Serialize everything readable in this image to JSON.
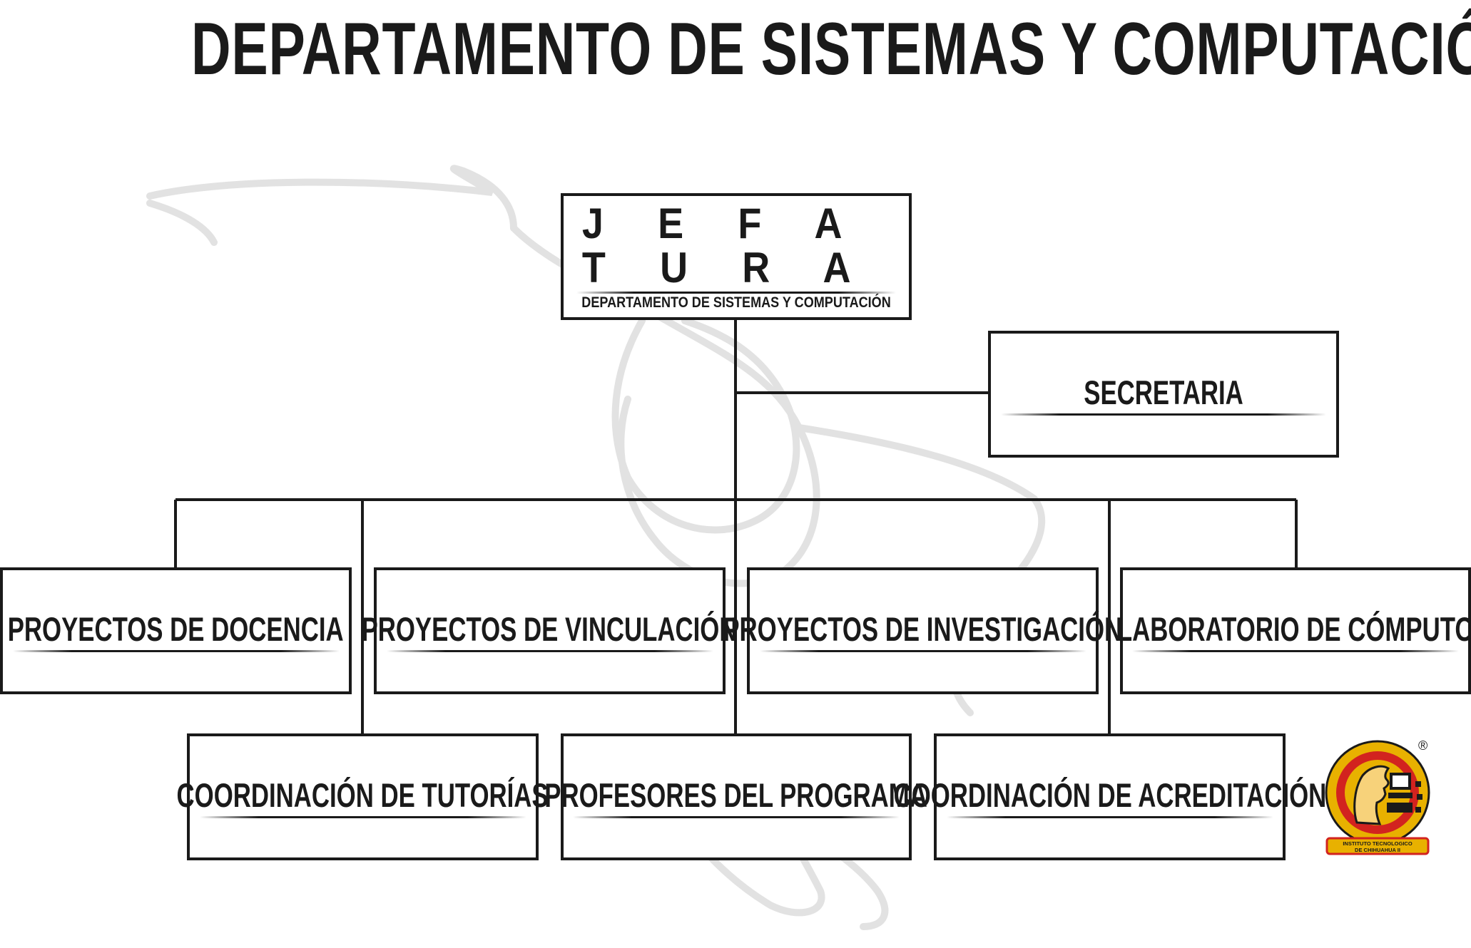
{
  "title": "DEPARTAMENTO DE SISTEMAS Y COMPUTACIÓN",
  "head": {
    "title": "J E F A T U R A",
    "subtitle": "DEPARTAMENTO DE SISTEMAS Y COMPUTACIÓN"
  },
  "secretaria": "SECRETARIA",
  "row1": [
    "PROYECTOS DE DOCENCIA",
    "PROYECTOS DE VINCULACIÓN",
    "PROYECTOS DE INVESTIGACIÓN",
    "LABORATORIO DE CÓMPUTO"
  ],
  "row2": [
    "COORDINACIÓN DE TUTORÍAS",
    "PROFESORES DEL PROGRAMA",
    "COORDINACIÓN DE ACREDITACIÓN"
  ],
  "logo": {
    "text": "INSTITUTO TECNOLOGICO DE CHIHUAHUA II",
    "registered": "®",
    "colors": {
      "ring": "#e8b100",
      "red": "#d2231f",
      "dark": "#1a1a1a"
    }
  },
  "colors": {
    "line": "#1a1a1a",
    "watermark": "#e2e2e2"
  }
}
